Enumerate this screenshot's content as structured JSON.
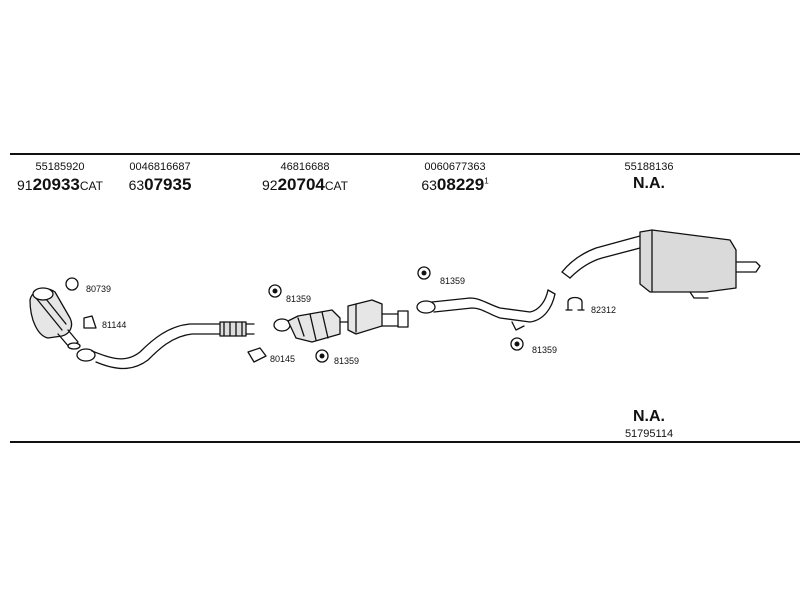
{
  "columns": [
    {
      "part_no": "55185920",
      "code_prefix": "91",
      "code_main": "20933",
      "code_suffix": "CAT",
      "code_sup": ""
    },
    {
      "part_no": "0046816687",
      "code_prefix": "63",
      "code_main": "07935",
      "code_suffix": "",
      "code_sup": ""
    },
    {
      "part_no": "46816688",
      "code_prefix": "92",
      "code_main": "20704",
      "code_suffix": "CAT",
      "code_sup": ""
    },
    {
      "part_no": "0060677363",
      "code_prefix": "63",
      "code_main": "08229",
      "code_suffix": "",
      "code_sup": "1"
    },
    {
      "part_no": "55188136",
      "na_label": "N.A."
    }
  ],
  "component_labels": [
    "80739",
    "81144",
    "81359",
    "80145",
    "81359",
    "81359",
    "81359",
    "82312"
  ],
  "lower_block": {
    "na_label": "N.A.",
    "part_no": "51795114"
  }
}
